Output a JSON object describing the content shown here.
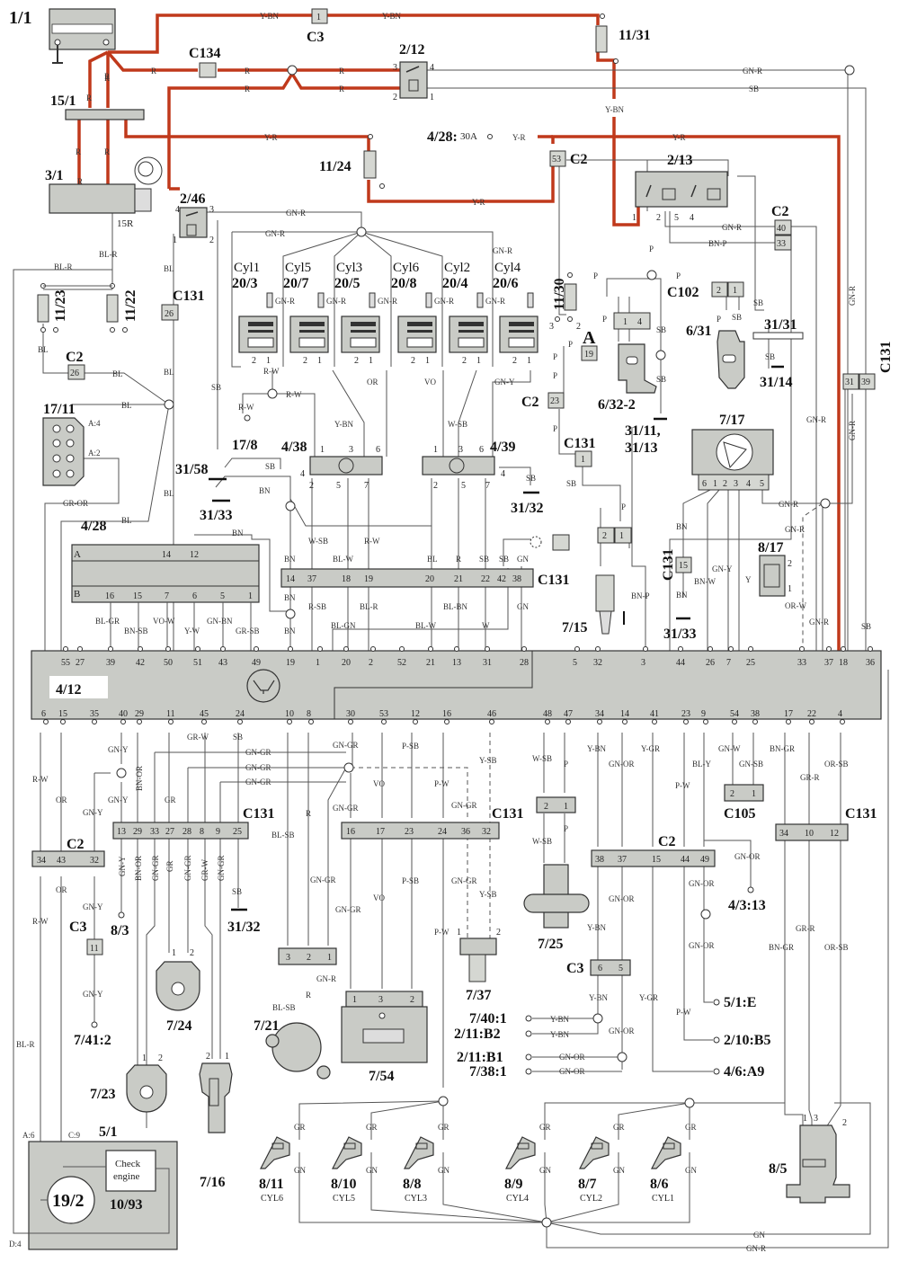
{
  "diagram": {
    "title": "Engine management wiring diagram",
    "colors": {
      "power_wire": "#c0391b",
      "signal_wire": "#555555",
      "component_fill": "#c9cbc6"
    },
    "components": {
      "battery": "1/1",
      "fusebox_top": "C3",
      "c3_pin": "1",
      "fuse_11_31": "11/31",
      "c134": "C134",
      "relay_2_12": "2/12",
      "relay_2_12_pins": [
        "3",
        "4",
        "2",
        "1"
      ],
      "busbar_15_1": "15/1",
      "ignition_3_1": "3/1",
      "ign_15r": "15R",
      "fuse_11_24": "11/24",
      "conn_4_28_30a": "4/28:",
      "conn_4_28_30a_suffix": "30A",
      "c2_53": "C2",
      "c2_53_pin": "53",
      "relay_2_13": "2/13",
      "relay_2_13_pins": [
        "1",
        "2",
        "5",
        "4"
      ],
      "relay_2_46": "2/46",
      "relay_2_46_pins": [
        "4",
        "3",
        "1",
        "2"
      ],
      "c2_right": "C2",
      "c2_right_pins": [
        "40",
        "33"
      ],
      "fuse_11_23": "11/23",
      "fuse_11_22": "11/22",
      "c2_26": "C2",
      "c2_26_pin": "26",
      "c131_26": "C131",
      "c131_26_pin": "26",
      "diag_17_11": "17/11",
      "diag_pins": [
        "A:4",
        "A:2"
      ],
      "fuse_11_30": "11/30",
      "fuse_11_30_pins": [
        "3",
        "2"
      ],
      "a_19": "A",
      "a_19_pin": "19",
      "c102": "C102",
      "c102_pins": [
        "2",
        "1"
      ],
      "sensor_6_31": "6/31",
      "ground_31_31": "31/31",
      "ground_31_14": "31/14",
      "relay_6_32_2": "6/32-2",
      "relay_6_32_pins": [
        "1",
        "4"
      ],
      "ground_31_11": "31/11,",
      "ground_31_13": "31/13",
      "c2_23": "C2",
      "c2_23_pin": "23",
      "c131_right": "C131",
      "c131_right_pins": [
        "31",
        "39"
      ],
      "point_17_8": "17/8",
      "ground_31_58": "31/58",
      "ground_31_33a": "31/33",
      "ign_amp_4_38": "4/38",
      "ign_amp_4_38_pins": [
        "1",
        "3",
        "6",
        "4",
        "2",
        "5",
        "7"
      ],
      "ign_amp_4_39": "4/39",
      "ign_amp_4_39_pins": [
        "1",
        "3",
        "6",
        "4",
        "2",
        "5",
        "7"
      ],
      "ground_31_32a": "31/32",
      "c131_1": "C131",
      "c131_1_pin": "1",
      "lambda_7_15": "7/15",
      "lambda_pins": [
        "2",
        "1"
      ],
      "maf_7_17": "7/17",
      "maf_pins": [
        "6",
        "1",
        "2",
        "3",
        "4",
        "5"
      ],
      "c131_15": "C131",
      "c131_15_pin": "15",
      "ground_31_33b": "31/33",
      "valve_8_17": "8/17",
      "valve_8_17_pins": [
        "2",
        "1"
      ],
      "ecu_4_28": "4/28",
      "ecu_4_28_rowA": "A",
      "ecu_4_28_rowB": "B",
      "ecu_4_28_A_pins": [
        "14",
        "12"
      ],
      "ecu_4_28_B_pins": [
        "16",
        "15",
        "7",
        "6",
        "5",
        "1"
      ],
      "c131_mid": "C131",
      "c131_mid_pins": [
        "14",
        "37",
        "18",
        "19",
        "20",
        "21",
        "22",
        "42",
        "38"
      ],
      "ecu_4_12": "4/12",
      "ecu_top_pins": [
        "55",
        "27",
        "39",
        "42",
        "50",
        "51",
        "43",
        "49",
        "19",
        "1",
        "20",
        "2",
        "52",
        "21",
        "13",
        "31",
        "28",
        "5",
        "32",
        "3",
        "44",
        "26",
        "7",
        "25",
        "33",
        "37",
        "18",
        "36"
      ],
      "ecu_bottom_pins": [
        "6",
        "15",
        "35",
        "40",
        "29",
        "11",
        "45",
        "24",
        "10",
        "8",
        "30",
        "53",
        "12",
        "16",
        "46",
        "48",
        "47",
        "34",
        "14",
        "41",
        "23",
        "9",
        "54",
        "38",
        "17",
        "22",
        "4"
      ],
      "c131_low_left": "C131",
      "c131_low_left_pins": [
        "13",
        "29",
        "33",
        "27",
        "28",
        "8",
        "9",
        "25"
      ],
      "c2_low": "C2",
      "c2_low_pins": [
        "34",
        "43",
        "32"
      ],
      "c3_low": "C3",
      "c3_low_pin": "11",
      "point_8_3": "8/3",
      "ground_31_32b": "31/32",
      "c131_low_mid": "C131",
      "c131_low_mid_pins": [
        "16",
        "17",
        "23",
        "24",
        "36",
        "32"
      ],
      "conn_7_25": "7/25",
      "conn_7_25_pins": [
        "2",
        "1"
      ],
      "c2_bottom": "C2",
      "c2_bottom_pins": [
        "38",
        "37",
        "15",
        "44",
        "49"
      ],
      "c105": "C105",
      "c105_pins": [
        "2",
        "1"
      ],
      "c131_low_right": "C131",
      "c131_low_right_pins": [
        "34",
        "10",
        "12"
      ],
      "point_4_3_13": "4/3:13",
      "c3_bottom": "C3",
      "c3_bottom_pins": [
        "6",
        "5"
      ],
      "sensor_7_37": "7/37",
      "sensor_7_37_pins": [
        "1",
        "2"
      ],
      "sensor_7_24": "7/24",
      "sensor_7_24_pins": [
        "1",
        "2"
      ],
      "sensor_7_23": "7/23",
      "sensor_7_23_pins": [
        "1",
        "2"
      ],
      "sensor_7_16": "7/16",
      "sensor_7_16_pins": [
        "2",
        "1"
      ],
      "point_7_41_2": "7/41:2",
      "sensor_7_21": "7/21",
      "c_7_21_pins": [
        "3",
        "2",
        "1"
      ],
      "throttle_7_54": "7/54",
      "throttle_7_54_pins": [
        "1",
        "3",
        "2"
      ],
      "ref_7_40_1": "7/40:1",
      "ref_2_11_b2": "2/11:B2",
      "ref_2_11_b1": "2/11:B1",
      "ref_7_38_1": "7/38:1",
      "ref_5_1_e": "5/1:E",
      "ref_2_10_b5": "2/10:B5",
      "ref_4_6_a9": "4/6:A9",
      "cluster_5_1": "5/1",
      "cluster_pins": [
        "A:6",
        "C:9",
        "D:4"
      ],
      "gauge_19_2": "19/2",
      "lamp_10_93": "10/93",
      "check_engine": [
        "Check",
        "engine"
      ],
      "iac_8_5": "8/5",
      "iac_pins": [
        "1",
        "3",
        "2"
      ]
    },
    "coils": [
      {
        "cyl": "Cyl1",
        "id": "20/3"
      },
      {
        "cyl": "Cyl5",
        "id": "20/7"
      },
      {
        "cyl": "Cyl3",
        "id": "20/5"
      },
      {
        "cyl": "Cyl6",
        "id": "20/8"
      },
      {
        "cyl": "Cyl2",
        "id": "20/4"
      },
      {
        "cyl": "Cyl4",
        "id": "20/6"
      }
    ],
    "coil_pins": [
      "2",
      "1"
    ],
    "injectors": [
      {
        "id": "8/11",
        "cyl": "CYL6"
      },
      {
        "id": "8/10",
        "cyl": "CYL5"
      },
      {
        "id": "8/8",
        "cyl": "CYL3"
      },
      {
        "id": "8/9",
        "cyl": "CYL4"
      },
      {
        "id": "8/7",
        "cyl": "CYL2"
      },
      {
        "id": "8/6",
        "cyl": "CYL1"
      }
    ],
    "wire_labels": {
      "y_bn": "Y-BN",
      "r": "R",
      "y_r": "Y-R",
      "gn_r": "GN-R",
      "sb": "SB",
      "bl_r": "BL-R",
      "bl": "BL",
      "p": "P",
      "bn_p": "BN-P",
      "r_w": "R-W",
      "or": "OR",
      "vo": "VO",
      "w_sb": "W-SB",
      "gn_y": "GN-Y",
      "gr_or": "GR-OR",
      "bn": "BN",
      "bl_w": "BL-W",
      "r_sb": "R-SB",
      "bl_gn": "BL-GN",
      "bl_bn": "BL-BN",
      "w": "W",
      "gn": "GN",
      "bl_gr": "BL-GR",
      "bn_sb": "BN-SB",
      "vo_w": "VO-W",
      "y_w": "Y-W",
      "gn_bn": "GN-BN",
      "gr_sb": "GR-SB",
      "bn_w": "BN-W",
      "y": "Y",
      "or_w": "OR-W",
      "gn_gr": "GN-GR",
      "gr_w": "GR-W",
      "gr": "GR",
      "bn_or": "BN-OR",
      "bl_sb": "BL-SB",
      "p_sb": "P-SB",
      "p_w": "P-W",
      "y_sb": "Y-SB",
      "gn_or": "GN-OR",
      "y_gr": "Y-GR",
      "bl_y": "BL-Y",
      "gn_w": "GN-W",
      "gn_sb": "GN-SB",
      "bn_gr": "BN-GR",
      "gr_r": "GR-R",
      "or_sb": "OR-SB"
    }
  }
}
